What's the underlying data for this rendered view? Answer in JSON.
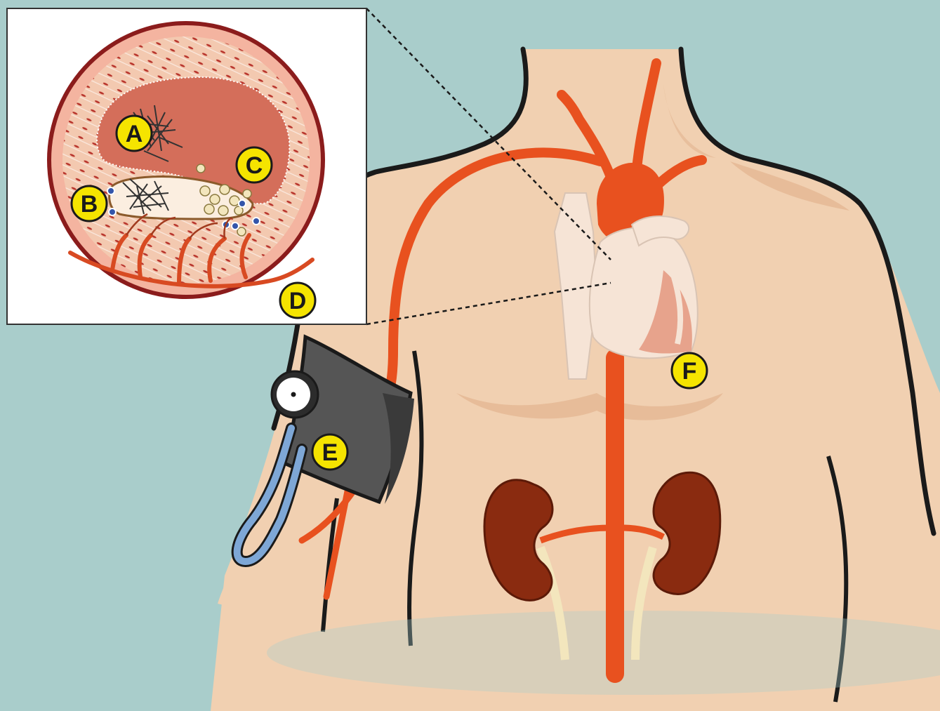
{
  "labels": {
    "A": "A",
    "B": "B",
    "C": "C",
    "D": "D",
    "E": "E",
    "F": "F"
  },
  "colors": {
    "background": "#a9cdcb",
    "skin": "#f1d0b1",
    "skin_shade": "#e2b48f",
    "outline": "#1a1a1a",
    "artery": "#e8511f",
    "artery_dark": "#b93a12",
    "kidney": "#8a2b10",
    "ureter": "#f3e6bd",
    "heart_light": "#f6e4d6",
    "cuff": "#555555",
    "tube": "#7ea7d6",
    "label_fill": "#f5e400",
    "vessel_lumen": "#d46e5a",
    "vessel_wall": "#f6cdb7",
    "vessel_rim": "#8b1c1c"
  },
  "icons": {
    "gauge": "pressure-gauge-icon"
  }
}
